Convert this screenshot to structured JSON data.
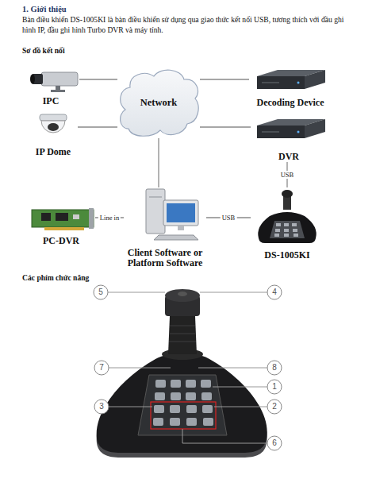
{
  "diagram": {
    "title": "1. Giới thiệu",
    "nodes": [
      {
        "text": [
          "IPC"
        ]
      },
      {
        "text": [
          "Network"
        ]
      },
      {
        "text": [
          "Decoding Device"
        ]
      },
      {
        "text": [
          "IP Dome"
        ]
      },
      {
        "text": [
          "DVR"
        ]
      },
      {
        "text": [
          "PC-DVR"
        ]
      },
      {
        "text": [
          "Client Software or Platform Software"
        ]
      },
      {
        "text": [
          "DS-1005KI"
        ]
      }
    ],
    "edges": [
      {
        "from": 0,
        "to": 1,
        "arrow": "none"
      },
      {
        "from": 3,
        "to": 1,
        "arrow": "none"
      },
      {
        "from": 1,
        "to": 2,
        "arrow": "none"
      },
      {
        "from": 1,
        "to": 4,
        "arrow": "none"
      },
      {
        "from": 1,
        "to": 6,
        "arrow": "none"
      },
      {
        "from": 5,
        "to": 6,
        "label": "Line in",
        "arrow": "none"
      },
      {
        "from": 6,
        "to": 7,
        "label": "USB",
        "arrow": "none"
      },
      {
        "from": 4,
        "to": 7,
        "label": "USB",
        "arrow": "none"
      }
    ],
    "labels": [
      "Bàn điều khiển DS-1005KI là bàn điều khiển sử dụng qua giao thức kết nối USB, tương thích với đầu ghi hình IP, đầu ghi hình Turbo DVR và máy tính.",
      "Sơ đồ kết nối",
      "Các phím chức năng",
      "5",
      "4",
      "7",
      "8",
      "1",
      "3",
      "2",
      "6"
    ]
  }
}
